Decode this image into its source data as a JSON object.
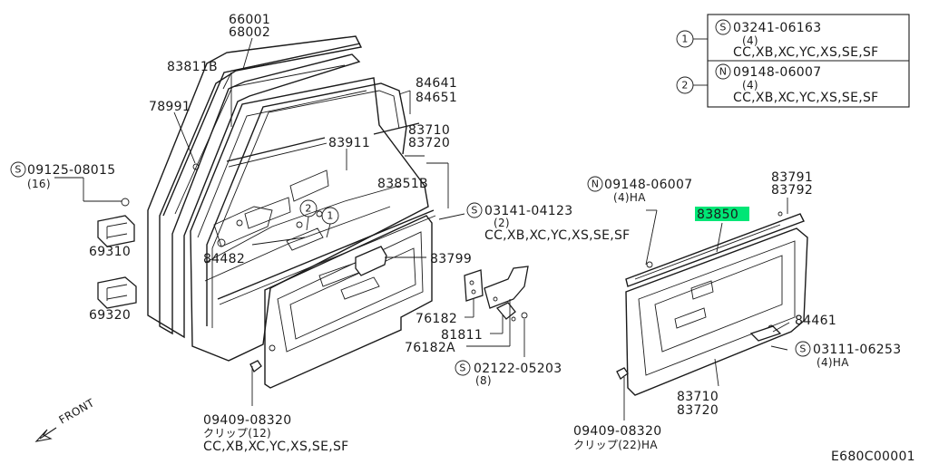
{
  "legend": {
    "row1": {
      "num": "1",
      "prefix": "S",
      "part": "03241-06163",
      "qty": "(4)",
      "models": "CC,XB,XC,YC,XS,SE,SF"
    },
    "row2": {
      "num": "2",
      "prefix": "N",
      "part": "09148-06007",
      "qty": "(4)",
      "models": "CC,XB,XC,YC,XS,SE,SF"
    }
  },
  "labels": {
    "p66001": "66001",
    "p68002": "68002",
    "p83811b": "83811B",
    "p78991": "78991",
    "p84641": "84641",
    "p84651": "84651",
    "p83710_top": "83710",
    "p83720_top": "83720",
    "p83911": "83911",
    "p83851b": "83851B",
    "s09125_prefix": "S",
    "s09125": "09125-08015",
    "s09125_qty": "(16)",
    "p69310": "69310",
    "p69320": "69320",
    "p84482": "84482",
    "p83799": "83799",
    "s03141_prefix": "S",
    "s03141": "03141-04123",
    "s03141_qty": "(2)",
    "s03141_models": "CC,XB,XC,YC,XS,SE,SF",
    "p76182": "76182",
    "p81811": "81811",
    "p76182a": "76182A",
    "s02122_prefix": "S",
    "s02122": "02122-05203",
    "s02122_qty": "(8)",
    "c09409_left": "09409-08320",
    "c09409_left_clip": "クリップ(12)",
    "c09409_left_models": "CC,XB,XC,YC,XS,SE,SF",
    "n09148_prefix": "N",
    "n09148": "09148-06007",
    "n09148_qty": "(4)HA",
    "p83791": "83791",
    "p83792": "83792",
    "p83850": "83850",
    "p84461": "84461",
    "s03111_prefix": "S",
    "s03111": "03111-06253",
    "s03111_qty": "(4)HA",
    "p83710_bot": "83710",
    "p83720_bot": "83720",
    "c09409_right": "09409-08320",
    "c09409_right_clip": "クリップ(22)HA",
    "front": "FRONT",
    "callout1": "1",
    "callout2": "2",
    "code": "E680C00001"
  },
  "colors": {
    "highlight": "#00e676",
    "ink": "#1a1a1a"
  }
}
